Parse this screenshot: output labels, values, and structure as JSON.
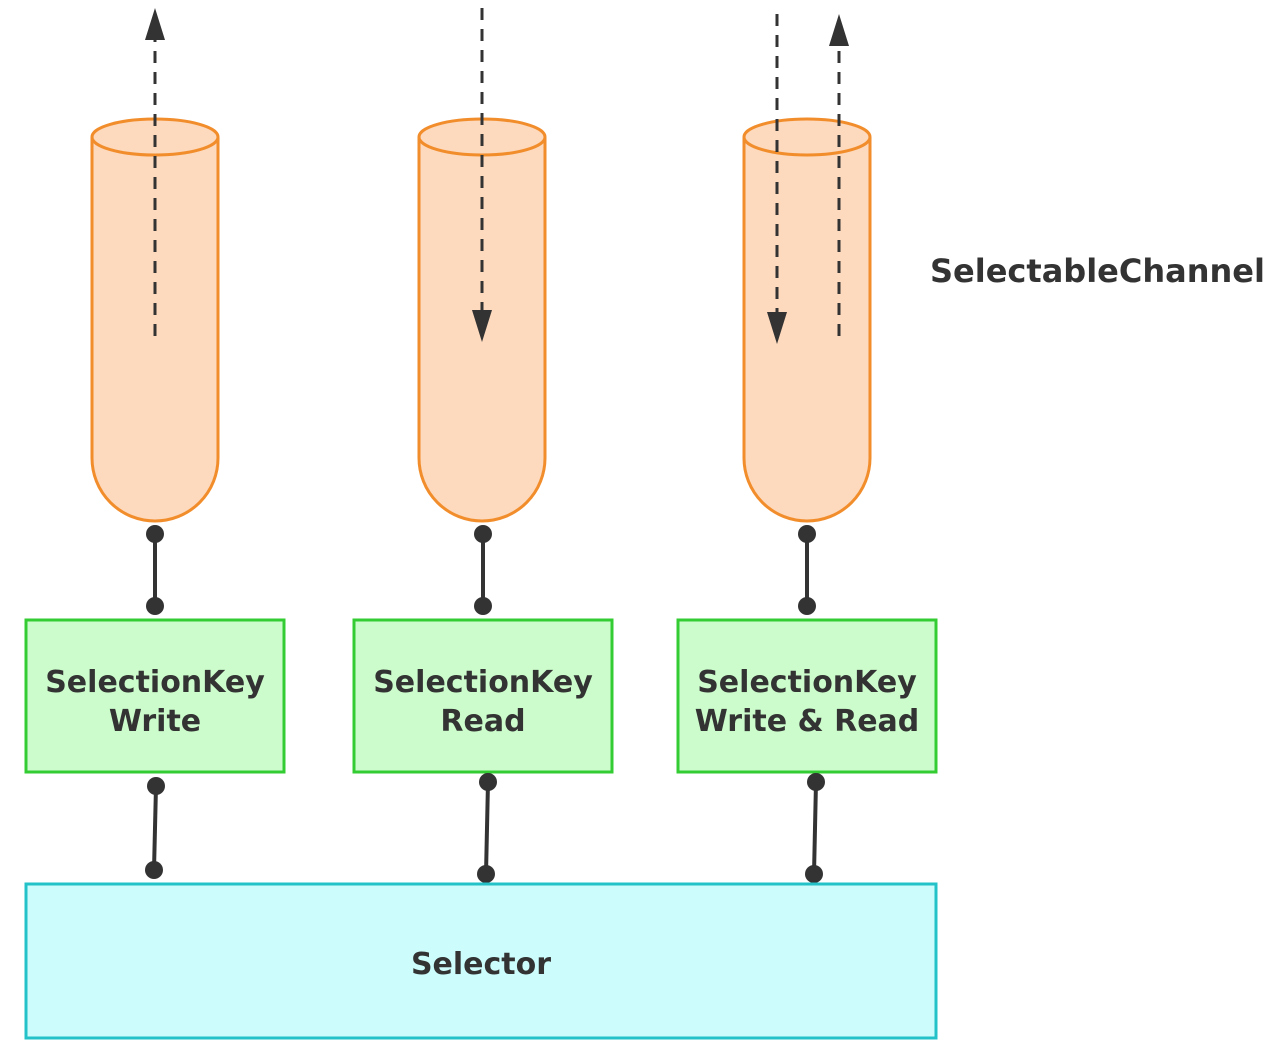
{
  "diagram": {
    "channel_label": "SelectableChannel",
    "selector_label": "Selector",
    "keys": [
      {
        "line1": "SelectionKey",
        "line2": "Write"
      },
      {
        "line1": "SelectionKey",
        "line2": "Read"
      },
      {
        "line1": "SelectionKey",
        "line2": "Write & Read"
      }
    ],
    "channel_flows": [
      [
        "up"
      ],
      [
        "down"
      ],
      [
        "down",
        "up"
      ]
    ],
    "colors": {
      "channel_fill": "#fdd9bd",
      "channel_stroke": "#f28d2c",
      "key_fill": "#ccfccc",
      "key_stroke": "#33cc33",
      "selector_fill": "#ccfcfc",
      "selector_stroke": "#22c2c8",
      "connector": "#333333",
      "text": "#333333"
    }
  }
}
